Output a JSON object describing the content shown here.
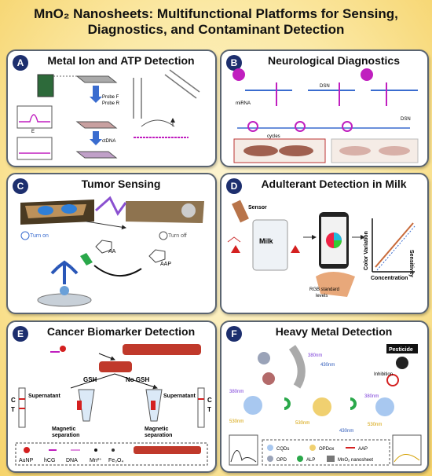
{
  "title_line1": "MnO₂ Nanosheets: Multifunctional Platforms for Sensing,",
  "title_line2": "Diagnostics, and Contaminant Detection",
  "panels": [
    {
      "badge": "A",
      "title": "Metal Ion and ATP Detection",
      "labels": {
        "probe_f": "Probe F",
        "probe_r": "Probe R",
        "ctdna": "ctDNA",
        "axis": "E"
      }
    },
    {
      "badge": "B",
      "title": "Neurological Diagnostics",
      "labels": {
        "mirna": "miRNA",
        "dsn": "DSN",
        "cycles": "cycles"
      }
    },
    {
      "badge": "C",
      "title": "Tumor Sensing",
      "labels": {
        "turn_on": "Turn on",
        "turn_off": "Turn off",
        "aa": "AA",
        "aap": "AAP"
      }
    },
    {
      "badge": "D",
      "title": "Adulterant Detection in Milk",
      "labels": {
        "sensor": "Sensor",
        "milk": "Milk",
        "rgb": "RGB standard",
        "levels": "levels",
        "color_variation": "Color Variation",
        "sensitivity": "Sensitivity",
        "concentration": "Concentration"
      }
    },
    {
      "badge": "E",
      "title": "Cancer Biomarker Detection",
      "labels": {
        "gsh": "GSH",
        "no_gsh": "No GSH",
        "supernatant": "Supernatant",
        "magnetic": "Magnetic",
        "separation": "separation",
        "c": "C",
        "t": "T",
        "legend": [
          "AuNP",
          "hCG",
          "DNA",
          "Mn²⁺",
          "Fe₃O₄"
        ]
      }
    },
    {
      "badge": "F",
      "title": "Heavy Metal Detection",
      "labels": {
        "pesticide": "Pesticide",
        "inhibition": "Inhibition",
        "nm380": "380nm",
        "nm430": "430nm",
        "nm530": "530nm",
        "legend": [
          "CQDs",
          "OPDox",
          "AAP",
          "OPD",
          "ALP",
          "MnO₂ nanosheet"
        ]
      }
    }
  ],
  "colors": {
    "navy": "#1d2f6e",
    "panel_border": "#5a6470",
    "magenta": "#c01fbf",
    "red": "#d42020",
    "accent_green": "#2aa84a"
  }
}
